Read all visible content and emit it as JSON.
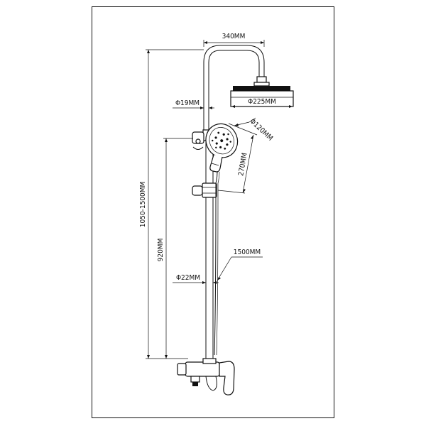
{
  "dimensions": {
    "arm_width": "340MM",
    "head_diameter": "Φ225MM",
    "upper_pipe_diameter": "Φ19MM",
    "handset_diameter": "Φ120MM",
    "handset_length": "270MM",
    "total_height": "1050-1500MM",
    "mixer_to_holder": "920MM",
    "lower_pipe_diameter": "Φ22MM",
    "hose_length": "1500MM"
  }
}
